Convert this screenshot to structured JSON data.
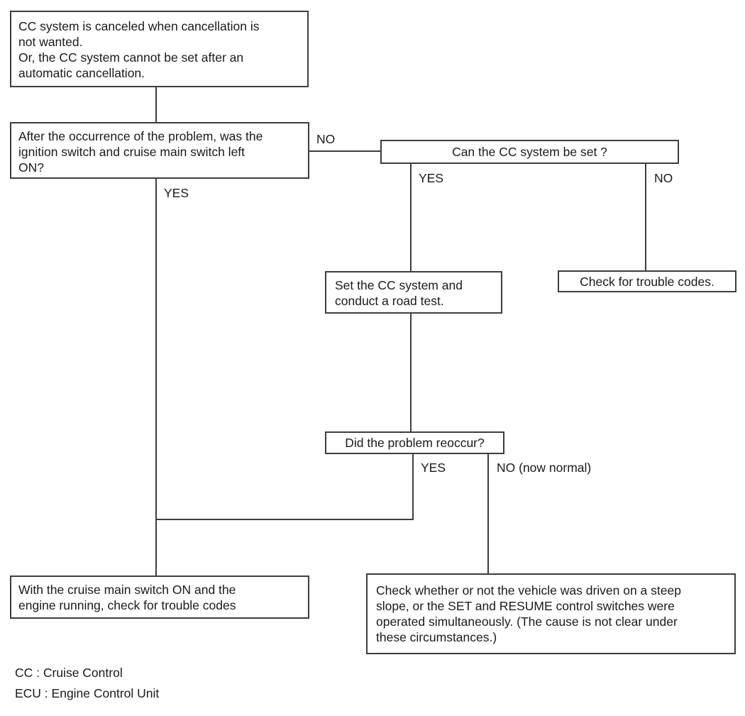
{
  "diagram": {
    "type": "flowchart",
    "subject": "cruise-control-troubleshooting",
    "colors": {
      "background": "#ffffff",
      "line": "#3d3d3d",
      "text": "#1a1a1a"
    },
    "nodes": {
      "problem": {
        "text": "CC system is canceled when cancellation is\nnot wanted.\nOr, the CC system cannot be set after an\nautomatic cancellation."
      },
      "switch_left_on": {
        "text": "After the occurrence of the problem, was the\nignition switch and cruise main switch left\nON?"
      },
      "can_set": {
        "text": "Can the CC system be set ?"
      },
      "set_road_test": {
        "text": "Set the CC system and\nconduct a road test."
      },
      "check_codes": {
        "text": "Check for trouble codes."
      },
      "reoccur": {
        "text": "Did the problem reoccur?"
      },
      "codes_engine_running": {
        "text": "With the cruise main switch ON and the\nengine running, check for trouble codes"
      },
      "steep_slope": {
        "text": "Check whether or not the vehicle was driven on a steep\nslope, or the SET and RESUME control switches were\noperated simultaneously. (The cause is not clear under\nthese circumstances.)"
      }
    },
    "edge_labels": {
      "switch_no": "NO",
      "switch_yes": "YES",
      "can_set_yes": "YES",
      "can_set_no": "NO",
      "reoccur_yes": "YES",
      "reoccur_no": "NO (now normal)"
    },
    "legend": {
      "line1": "CC : Cruise Control",
      "line2": "ECU : Engine Control Unit"
    }
  }
}
